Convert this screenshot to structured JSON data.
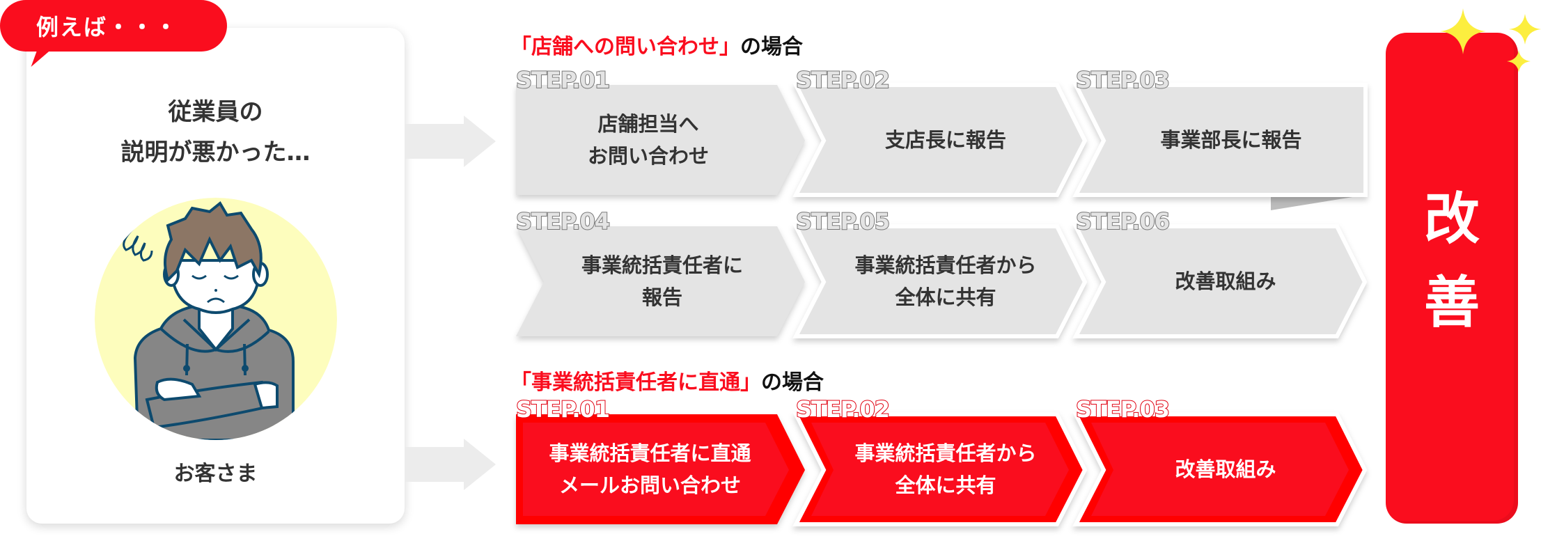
{
  "example_bubble": {
    "label": "例えば・・・"
  },
  "case_card": {
    "title": "従業員の\n説明が悪かった…",
    "title_line1": "従業員の",
    "title_line2": "説明が悪かった…",
    "person_label": "お客さま",
    "illustration": "confused-man-crossed-arms"
  },
  "flow_store": {
    "title_highlight": "「店舗への問い合わせ」",
    "title_suffix": "の場合",
    "steps": [
      {
        "label": "STEP.01",
        "text": "店舗担当へ\nお問い合わせ"
      },
      {
        "label": "STEP.02",
        "text": "支店長に報告"
      },
      {
        "label": "STEP.03",
        "text": "事業部長に報告"
      },
      {
        "label": "STEP.04",
        "text": "事業統括責任者に\n報告"
      },
      {
        "label": "STEP.05",
        "text": "事業統括責任者から\n全体に共有"
      },
      {
        "label": "STEP.06",
        "text": "改善取組み"
      }
    ]
  },
  "flow_direct": {
    "title_highlight": "「事業統括責任者に直通」",
    "title_suffix": "の場合",
    "steps": [
      {
        "label": "STEP.01",
        "text": "事業統括責任者に直通\nメールお問い合わせ"
      },
      {
        "label": "STEP.02",
        "text": "事業統括責任者から\n全体に共有"
      },
      {
        "label": "STEP.03",
        "text": "改善取組み"
      }
    ]
  },
  "result": {
    "text": "改\n善"
  },
  "colors": {
    "accent_red": "#fa0d1e",
    "step_gray": "#e4e4e4",
    "avatar_bg": "#fdfdbd",
    "sparkle": "#fcee3f",
    "text": "#333333"
  }
}
